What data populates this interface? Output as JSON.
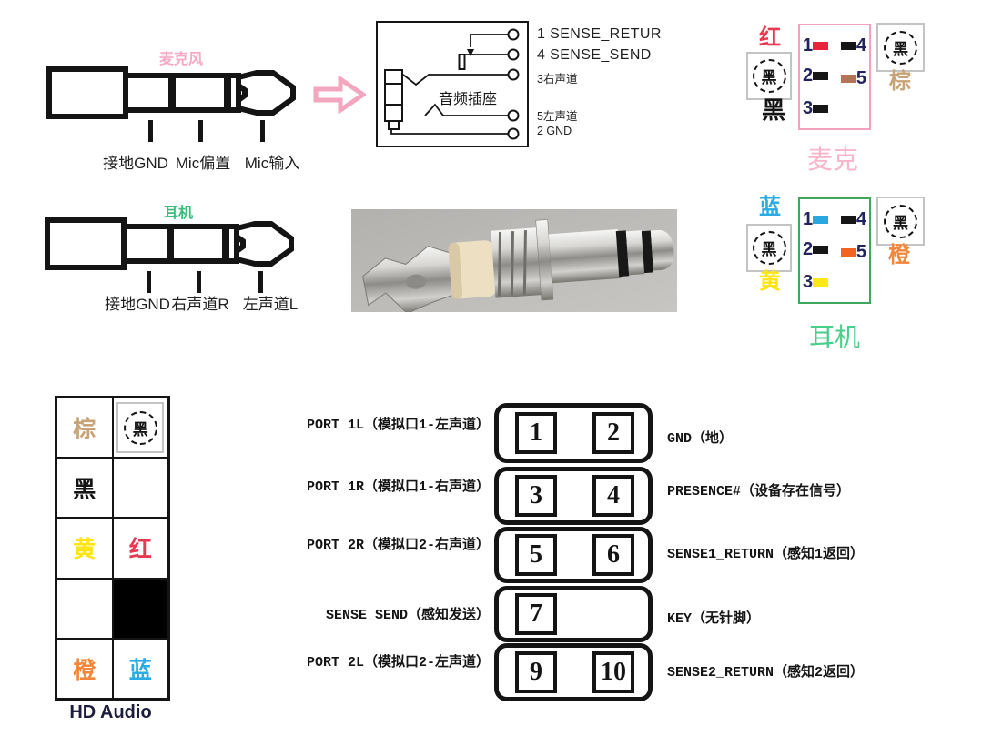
{
  "mic_jack": {
    "title": "麦克风",
    "title_color": "#f6a9c6",
    "labels": [
      "接地GND",
      "Mic偏置",
      "Mic输入"
    ]
  },
  "hp_jack": {
    "title": "耳机",
    "title_color": "#3dbd7d",
    "labels": [
      "接地GND",
      "右声道R",
      "左声道L"
    ]
  },
  "arrow_color": "#f4a6bf",
  "schematic": {
    "label": "音频插座",
    "pins": [
      "1 SENSE_RETUR",
      "4 SENSE_SEND",
      "3右声道",
      "5左声道",
      "2 GND"
    ]
  },
  "mic_connector": {
    "box_color": "#f2a2bd",
    "title": "麦克",
    "title_color": "#f7b6ca",
    "side_left_top": {
      "text": "红",
      "color": "#e73a50"
    },
    "side_left_bottom": {
      "text": "黑",
      "color": "#141414"
    },
    "side_right": {
      "text": "棕",
      "color": "#c8a376"
    },
    "icon_char": "黑",
    "pins_left": [
      {
        "num": "1",
        "color": "#e8243c"
      },
      {
        "num": "2",
        "color": "#161616"
      },
      {
        "num": "3",
        "color": "#161616"
      }
    ],
    "pins_right": [
      {
        "num": "4",
        "color": "#161616"
      },
      {
        "num": "5",
        "color": "#b37457"
      }
    ]
  },
  "hp_connector": {
    "box_color": "#3fa65c",
    "title": "耳机",
    "title_color": "#46d08a",
    "side_left_top": {
      "text": "蓝",
      "color": "#2babe3"
    },
    "side_left_bottom": {
      "text": "黄",
      "color": "#ffe414"
    },
    "side_right": {
      "text": "橙",
      "color": "#f2873b"
    },
    "icon_char": "黑",
    "pins_left": [
      {
        "num": "1",
        "color": "#29a8e0"
      },
      {
        "num": "2",
        "color": "#161616"
      },
      {
        "num": "3",
        "color": "#ffe81a"
      }
    ],
    "pins_right": [
      {
        "num": "4",
        "color": "#161616"
      },
      {
        "num": "5",
        "color": "#f06423"
      }
    ]
  },
  "hd_audio": {
    "caption": "HD Audio",
    "rows": [
      {
        "c1": {
          "text": "棕",
          "color": "#c8a376"
        },
        "c2": {
          "icon": "黑"
        }
      },
      {
        "c1": {
          "text": "黑",
          "color": "#141414"
        },
        "c2": {
          "text": ""
        }
      },
      {
        "c1": {
          "text": "黄",
          "color": "#ffe414"
        },
        "c2": {
          "text": "红",
          "color": "#e73a50"
        }
      },
      {
        "c1": {
          "text": ""
        },
        "c2": {
          "fill": "#000000"
        }
      },
      {
        "c1": {
          "text": "橙",
          "color": "#f2873b"
        },
        "c2": {
          "text": "蓝",
          "color": "#2babe3"
        }
      }
    ]
  },
  "pin_table": {
    "rows": [
      {
        "left": "PORT 1L（模拟口1-左声道）",
        "pin_a": "1",
        "pin_b": "2",
        "right": "GND（地）"
      },
      {
        "left": "PORT 1R（模拟口1-右声道）",
        "pin_a": "3",
        "pin_b": "4",
        "right": "PRESENCE#（设备存在信号）"
      },
      {
        "left": "PORT 2R（模拟口2-右声道）",
        "pin_a": "5",
        "pin_b": "6",
        "right": "SENSE1_RETURN（感知1返回）"
      },
      {
        "left": "SENSE_SEND（感知发送）",
        "pin_a": "7",
        "right": "KEY（无针脚）"
      },
      {
        "left": "PORT 2L（模拟口2-左声道）",
        "pin_a": "9",
        "pin_b": "10",
        "right": "SENSE2_RETURN（感知2返回）"
      }
    ]
  }
}
